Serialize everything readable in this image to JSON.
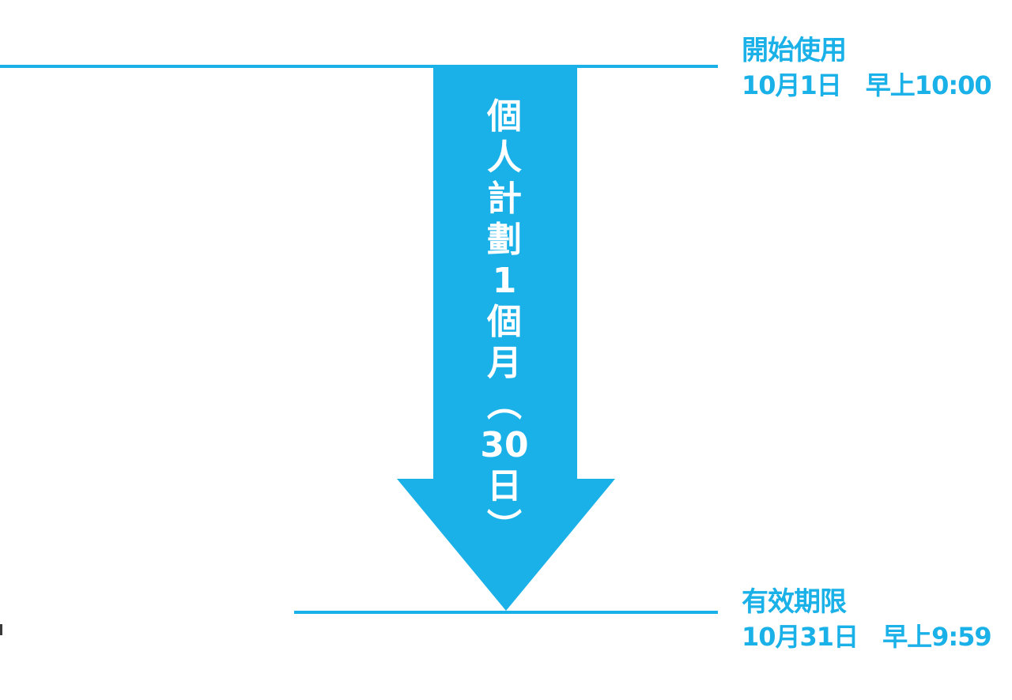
{
  "colors": {
    "accent": "#1ab1e8",
    "arrow_text": "#ffffff"
  },
  "start": {
    "title": "開始使用",
    "datetime": "10月1日　早上10:00"
  },
  "end": {
    "title": "有效期限",
    "datetime": "10月31日　早上9:59"
  },
  "arrow": {
    "text": "個人計劃1個月（30日）",
    "chars": [
      "個",
      "人",
      "計",
      "劃",
      "1",
      "個",
      "月",
      "︵",
      "30",
      "日",
      "︶"
    ]
  }
}
